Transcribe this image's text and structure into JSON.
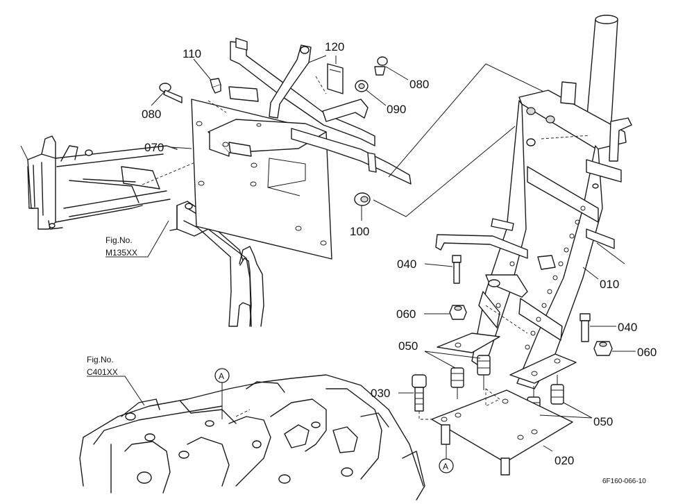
{
  "parts": {
    "p110": "110",
    "p120": "120",
    "p080a": "080",
    "p080b": "080",
    "p090": "090",
    "p070": "070",
    "p100": "100",
    "p010": "010",
    "p040a": "040",
    "p040b": "040",
    "p060a": "060",
    "p060b": "060",
    "p050a": "050",
    "p050b": "050",
    "p030": "030",
    "p020": "020"
  },
  "refs": {
    "m135_title": "Fig.No.",
    "m135_code": "M135XX",
    "c401_title": "Fig.No.",
    "c401_code": "C401XX",
    "marker_a1": "A",
    "marker_a2": "A"
  },
  "drawing_code": "6F160-066-10"
}
